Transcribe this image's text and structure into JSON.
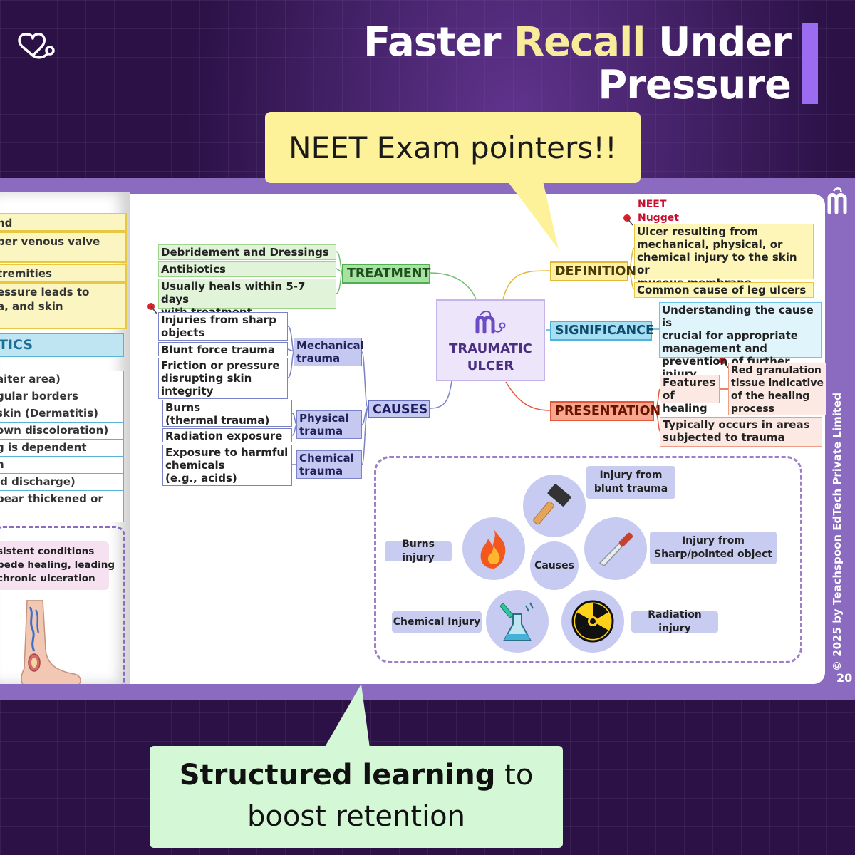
{
  "headline": {
    "part1": "Faster ",
    "highlight": "Recall",
    "part2": " Under",
    "line2": "Pressure"
  },
  "callout_top": "NEET Exam pointers!!",
  "callout_bottom": {
    "bold": "Structured learning",
    "rest1": " to",
    "line2": "boost retention"
  },
  "left_page": {
    "yellow_lines": [
      "nd",
      "per venous valve",
      "tremities",
      "essure leads to",
      "a, and skin"
    ],
    "table_header": "TICS",
    "table_rows": [
      "aiter area)",
      "gular borders",
      " skin (Dermatitis)",
      "own discoloration)",
      "g is dependent",
      "n",
      "id discharge)",
      "pear thickened or"
    ],
    "pink_lines": [
      "sistent conditions",
      "pede healing, leading",
      "chronic ulceration"
    ]
  },
  "mindmap": {
    "center": [
      "TRAUMATIC",
      "ULCER"
    ],
    "treatment": {
      "label": "TREATMENT",
      "items": [
        "Debridement and Dressings",
        "Antibiotics",
        "Usually heals within 5-7 days",
        "with treatment"
      ]
    },
    "causes": {
      "label": "CAUSES",
      "mechanical": {
        "label1": "Mechanical",
        "label2": "trauma",
        "items": [
          [
            "Injuries from sharp",
            "objects"
          ],
          [
            "Blunt force trauma"
          ],
          [
            "Friction or pressure",
            "disrupting skin",
            "integrity"
          ]
        ]
      },
      "physical": {
        "label1": "Physical",
        "label2": "trauma",
        "items": [
          [
            "Burns",
            "(thermal trauma)"
          ],
          [
            "Radiation exposure"
          ]
        ]
      },
      "chemical": {
        "label1": "Chemical",
        "label2": "trauma",
        "items": [
          [
            "Exposure to harmful",
            "chemicals",
            "(e.g., acids)"
          ]
        ]
      }
    },
    "definition": {
      "label": "DEFINITION",
      "nugget": [
        "NEET",
        "Nugget"
      ],
      "items": [
        [
          "Ulcer resulting from",
          "mechanical, physical, or",
          "chemical injury to the skin or",
          "mucous membrane"
        ],
        [
          "Common cause of leg ulcers"
        ]
      ]
    },
    "significance": {
      "label": "SIGNIFICANCE",
      "text": [
        "Understanding the cause is",
        "crucial for appropriate",
        "management and",
        "prevention of further injury"
      ]
    },
    "presentation": {
      "label": "PRESENTATION",
      "features": [
        "Features",
        "of healing"
      ],
      "features_detail": [
        "Red granulation",
        "tissue indicative",
        "of the healing",
        "process"
      ],
      "occurs": [
        "Typically occurs in areas",
        "subjected to trauma"
      ]
    }
  },
  "causes_diagram": {
    "center": "Causes",
    "blunt": [
      "Injury from",
      "blunt trauma"
    ],
    "sharp": [
      "Injury from",
      "Sharp/pointed object"
    ],
    "burns": "Burns injury",
    "chemical": "Chemical Injury",
    "radiation": "Radiation injury"
  },
  "copyright": "©  2025 by Teachspoon EdTech Private Limited",
  "page_number": "20",
  "colors": {
    "background": "#2b1146",
    "accent": "#9b6cf2",
    "highlight": "#f6ec9a",
    "callout_top": "#fdf29a",
    "callout_bottom": "#d4f7d5"
  }
}
